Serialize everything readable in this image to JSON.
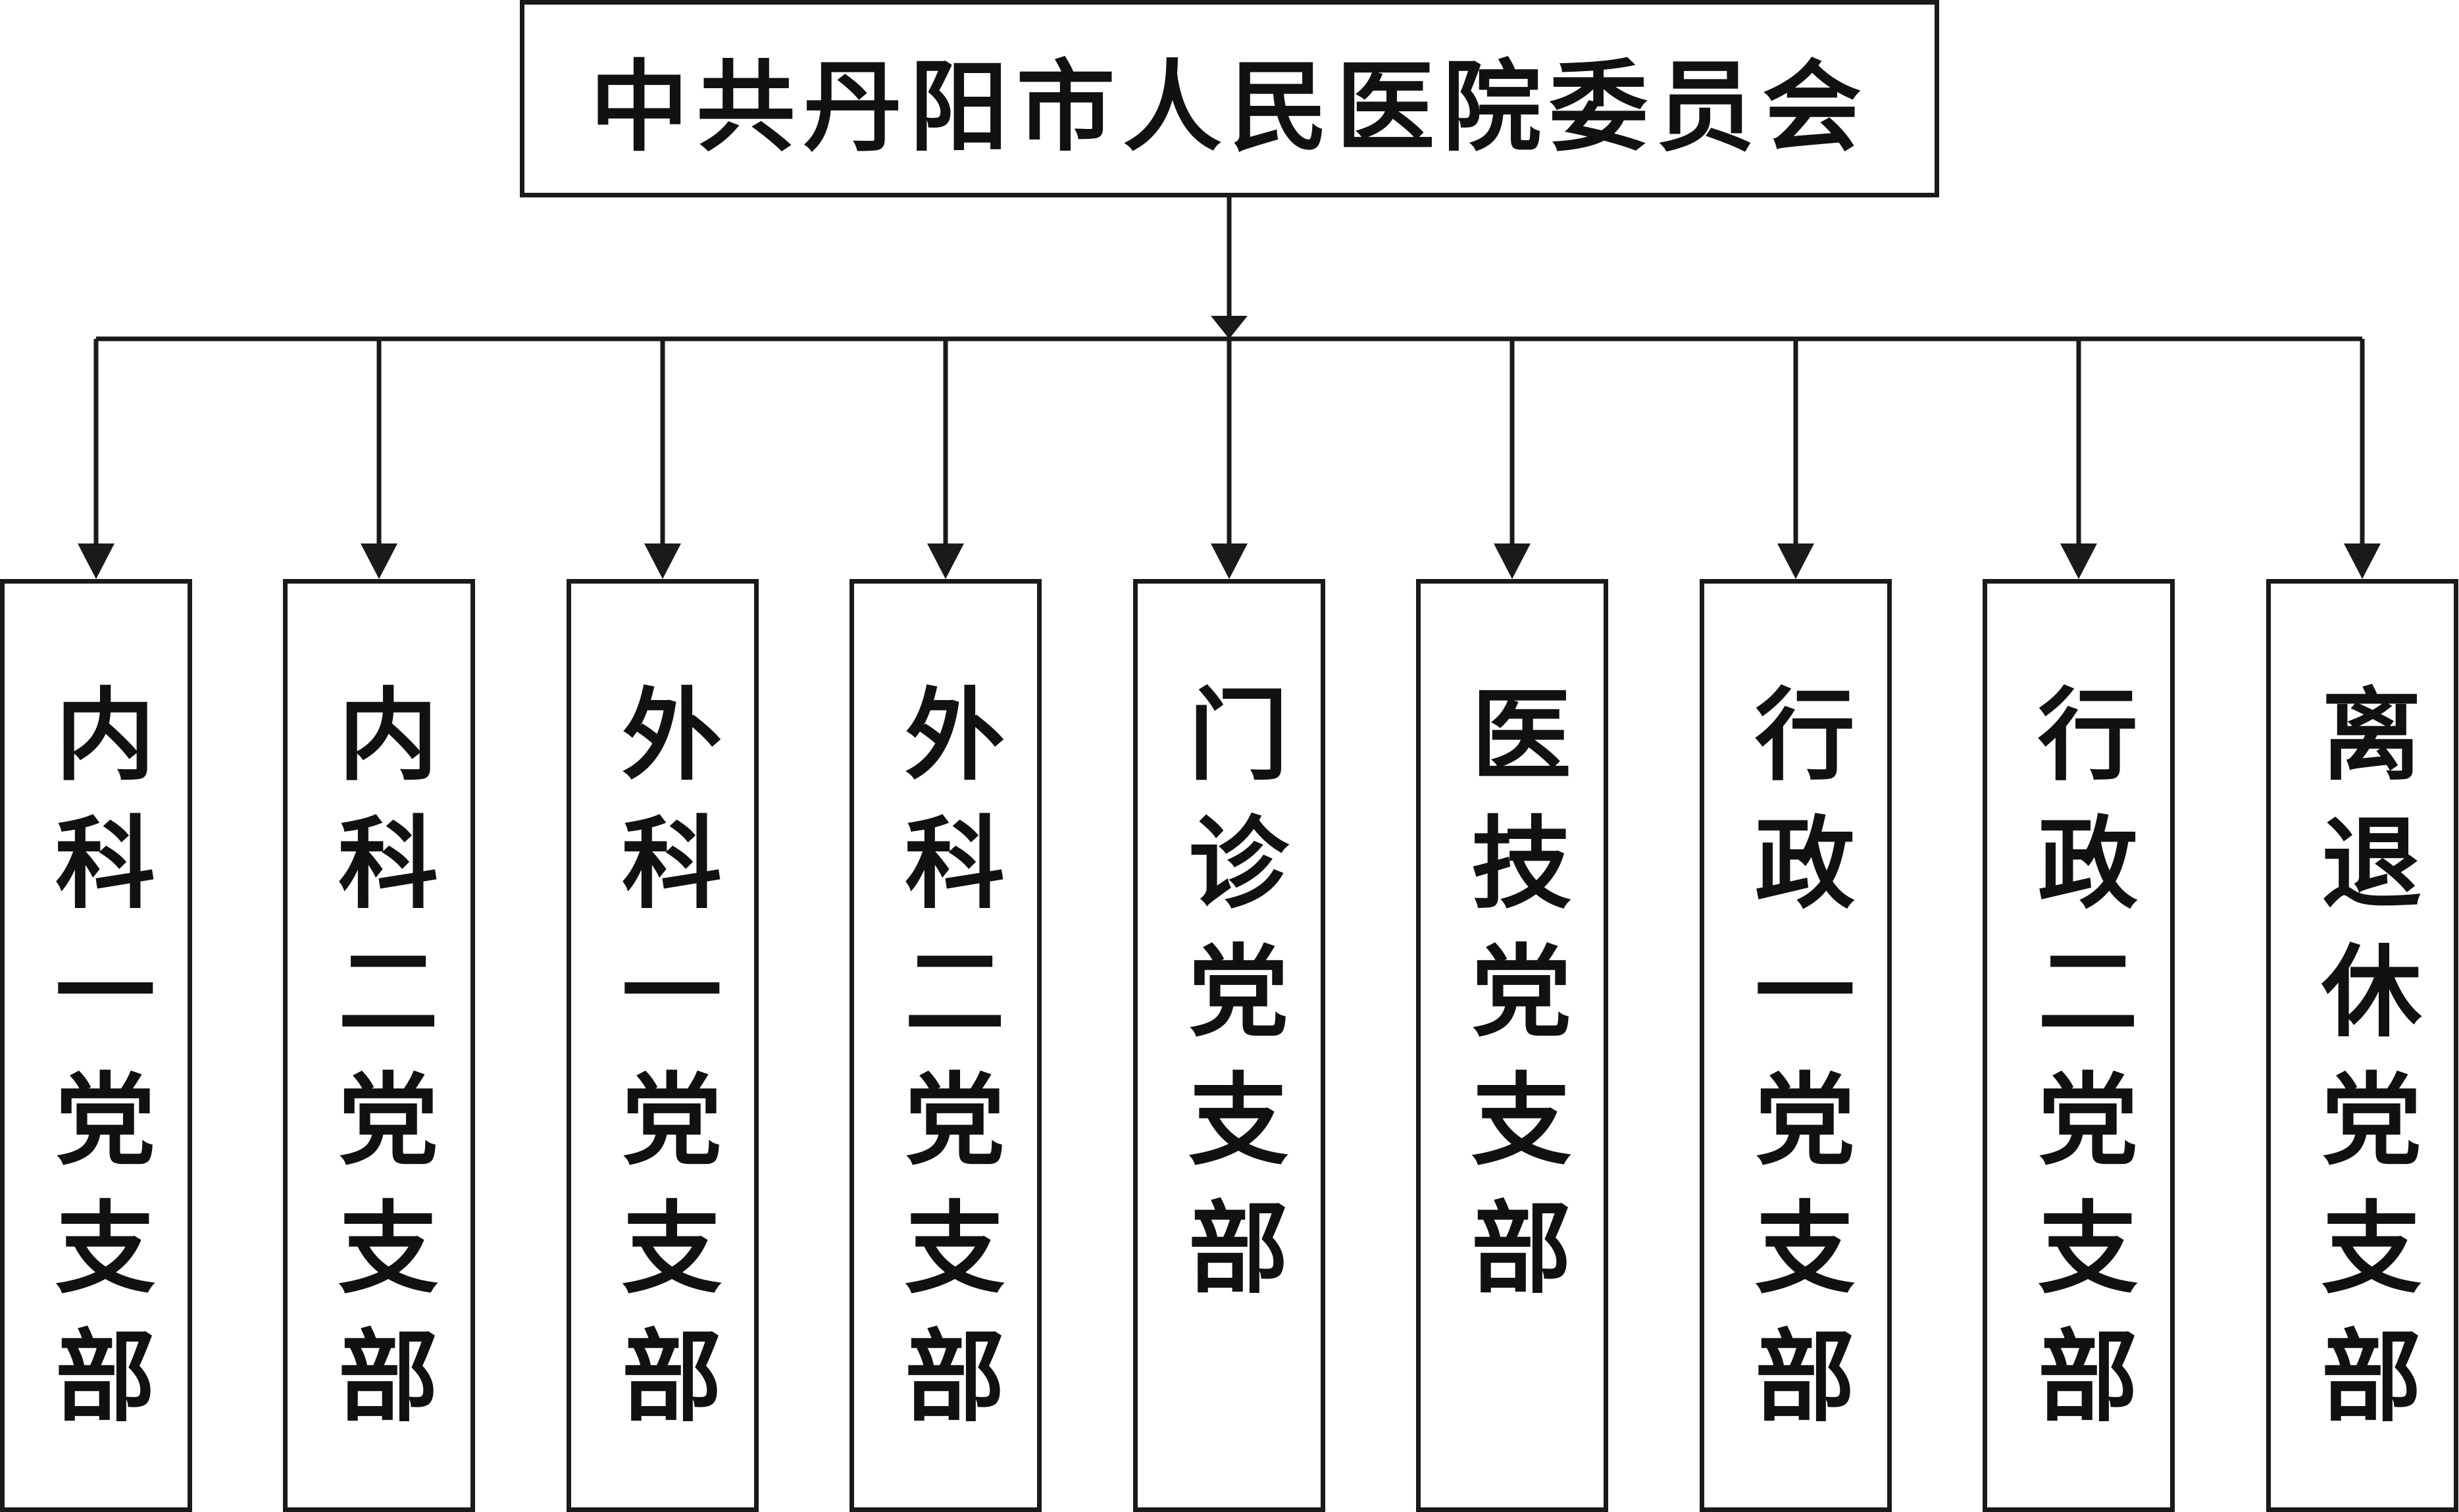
{
  "diagram": {
    "root": {
      "label": "中共丹阳市人民医院委员会"
    },
    "branches": [
      {
        "label": "内科一党支部"
      },
      {
        "label": "内科二党支部"
      },
      {
        "label": "外科一党支部"
      },
      {
        "label": "外科二党支部"
      },
      {
        "label": "门诊党支部"
      },
      {
        "label": "医技党支部"
      },
      {
        "label": "行政一党支部"
      },
      {
        "label": "行政二党支部"
      },
      {
        "label": "离退休党支部"
      }
    ],
    "colors": {
      "line": "#1a1a1a",
      "box_border": "#1a1a1a",
      "background": "#ffffff",
      "text": "#111111"
    }
  }
}
